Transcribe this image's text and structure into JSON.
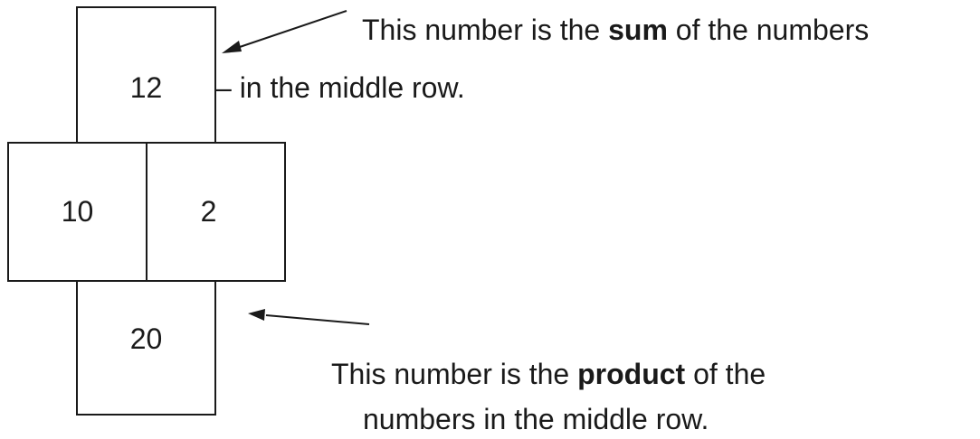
{
  "boxes": {
    "top": "12",
    "middle_left": "10",
    "middle_right": "2",
    "bottom": "20"
  },
  "notes": {
    "sum": {
      "pre": "This number is the ",
      "bold": "sum",
      "post": " of the numbers",
      "line2": "– in the middle row."
    },
    "product": {
      "pre": "This number is the ",
      "bold": "product",
      "post": " of the",
      "line2": "numbers in the middle row."
    }
  },
  "colors": {
    "ink": "#1a1a1a",
    "background": "#ffffff"
  }
}
